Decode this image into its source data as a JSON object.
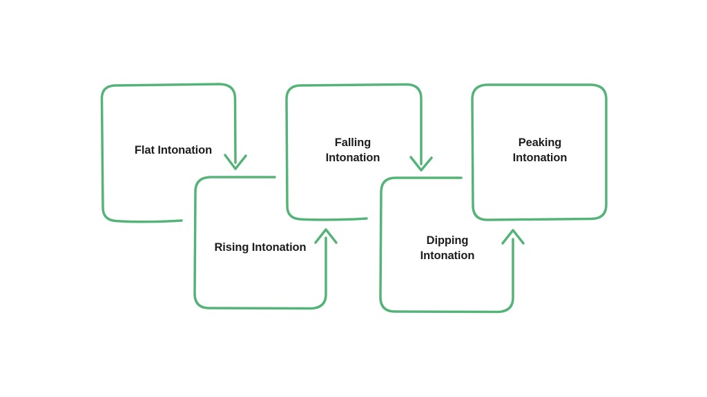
{
  "page": {
    "background": "#ffffff"
  },
  "colors": {
    "stroke": "#54b377",
    "text": "#1d1d1d"
  },
  "diagram": {
    "type": "flowchart",
    "style": "hand-drawn rounded boxes, right edge of source box extends into arrow",
    "nodes": [
      {
        "id": "flat-intonation",
        "label": "Flat Intonation"
      },
      {
        "id": "falling-intonation",
        "label": "Falling\nIntonation"
      },
      {
        "id": "peaking-intonation",
        "label": "Peaking\nIntonation"
      },
      {
        "id": "rising-intonation",
        "label": "Rising Intonation"
      },
      {
        "id": "dipping-intonation",
        "label": "Dipping\nIntonation"
      }
    ],
    "connections": [
      {
        "from": "Flat Intonation",
        "to": "Rising Intonation",
        "direction": "down"
      },
      {
        "from": "Rising Intonation",
        "to": "Falling Intonation",
        "direction": "up"
      },
      {
        "from": "Falling Intonation",
        "to": "Dipping Intonation",
        "direction": "down"
      },
      {
        "from": "Dipping Intonation",
        "to": "Peaking Intonation",
        "direction": "up"
      }
    ]
  }
}
